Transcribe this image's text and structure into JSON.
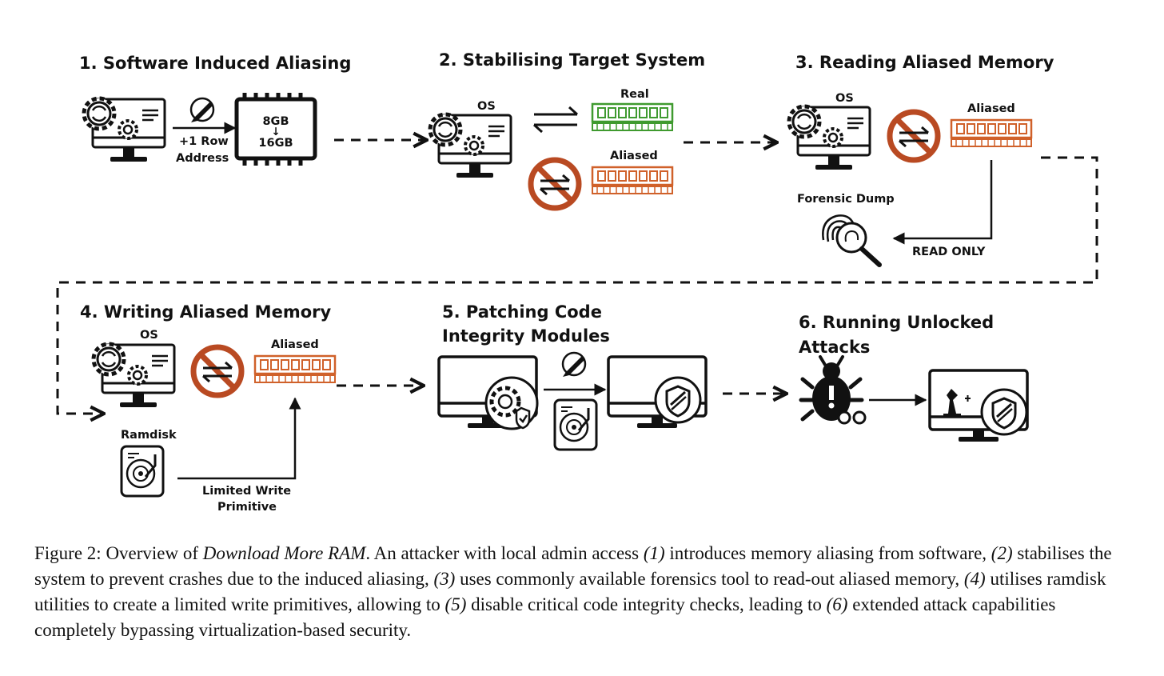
{
  "steps": {
    "s1": {
      "title": "1. Software Induced Aliasing",
      "edge_label_1": "+1 Row",
      "edge_label_2": "Address",
      "chip_top": "8GB",
      "chip_arrow": "↓",
      "chip_bottom": "16GB"
    },
    "s2": {
      "title": "2. Stabilising Target System",
      "os": "OS",
      "real": "Real",
      "aliased": "Aliased"
    },
    "s3": {
      "title": "3. Reading Aliased Memory",
      "os": "OS",
      "aliased": "Aliased",
      "forensic": "Forensic Dump",
      "read_only": "READ ONLY"
    },
    "s4": {
      "title": "4. Writing Aliased Memory",
      "os": "OS",
      "aliased": "Aliased",
      "ramdisk": "Ramdisk",
      "limited_1": "Limited Write",
      "limited_2": "Primitive"
    },
    "s5": {
      "title_1": "5. Patching Code",
      "title_2": "Integrity Modules"
    },
    "s6": {
      "title_1": "6. Running Unlocked",
      "title_2": "Attacks"
    }
  },
  "caption": {
    "lead": "Figure 2: Overview of ",
    "em_title": "Download More RAM",
    "p1": ". An attacker with local admin access ",
    "m1": "(1)",
    "p2": " introduces memory aliasing from software, ",
    "m2": "(2)",
    "p3": " stabilises the system to prevent crashes due to the induced aliasing, ",
    "m3": "(3)",
    "p4": " uses commonly available forensics tool to read-out aliased memory, ",
    "m4": "(4)",
    "p5": " utilises ramdisk utilities to create a limited write primitives, allowing to ",
    "m5": "(5)",
    "p6": " disable critical code integrity checks, leading to ",
    "m6": "(6)",
    "p7": " extended attack capabilities completely bypassing virtualization-based security."
  },
  "colors": {
    "ink": "#111111",
    "ram_real": "#3f9a2f",
    "ram_aliased": "#d0612a",
    "forbidden": "#b94a22"
  }
}
